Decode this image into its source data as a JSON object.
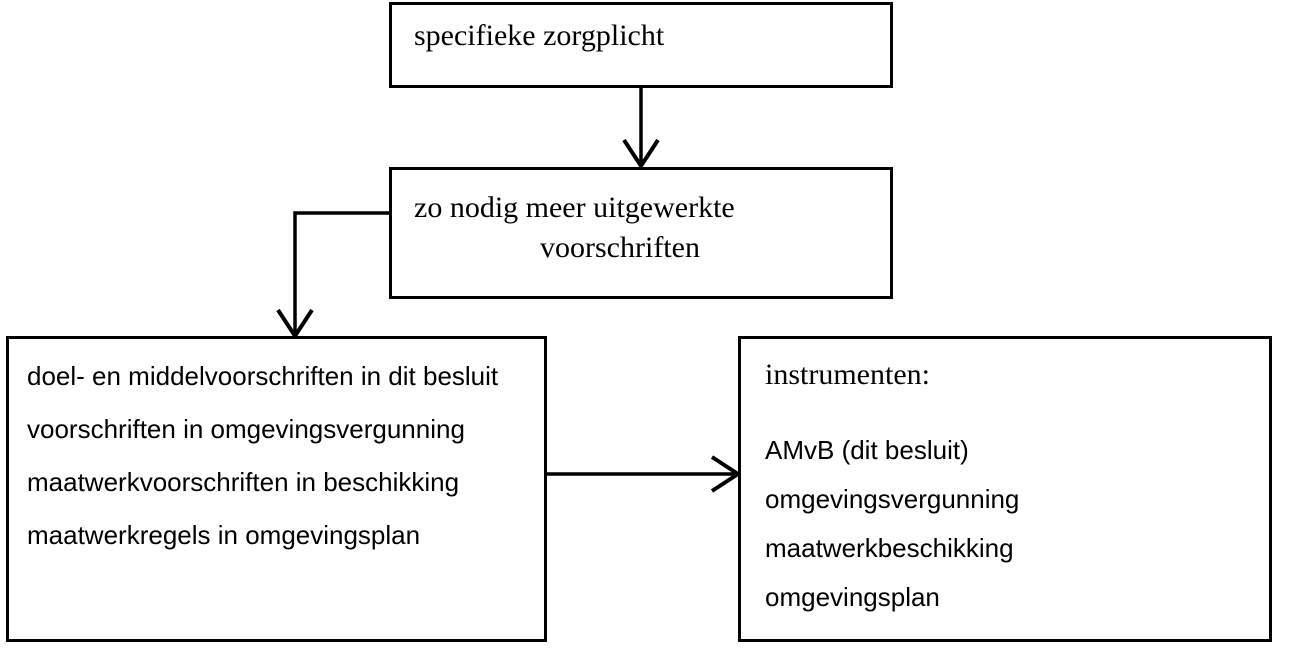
{
  "diagram": {
    "title": "specifieke zorgplicht",
    "nodes": {
      "zorgplicht": {
        "label": "specifieke zorgplicht"
      },
      "voorschriften": {
        "line1": "zo nodig meer uitgewerkte",
        "line2": "voorschriften"
      },
      "doelmiddel": {
        "items": [
          "doel- en middelvoorschriften in dit besluit",
          "voorschriften in omgevingsvergunning",
          "maatwerkvoorschriften in beschikking",
          "maatwerkregels in omgevingsplan"
        ]
      },
      "instrumenten": {
        "heading": "instrumenten:",
        "items": [
          "AMvB (dit besluit)",
          "omgevingsvergunning",
          "maatwerkbeschikking",
          "omgevingsplan"
        ]
      }
    },
    "edges": [
      {
        "name": "zorgplicht-to-voorschriften",
        "from": "zorgplicht",
        "to": "voorschriften",
        "style": "straight-down",
        "arrowhead": "open-v"
      },
      {
        "name": "voorschriften-to-doelmiddel",
        "from": "voorschriften",
        "to": "doelmiddel",
        "style": "elbow-left-down",
        "arrowhead": "open-v"
      },
      {
        "name": "doelmiddel-to-instrumenten",
        "from": "doelmiddel",
        "to": "instrumenten",
        "style": "straight-right",
        "arrowhead": "open-v"
      }
    ],
    "colors": {
      "stroke": "#000000",
      "background": "#ffffff",
      "text": "#000000"
    }
  }
}
